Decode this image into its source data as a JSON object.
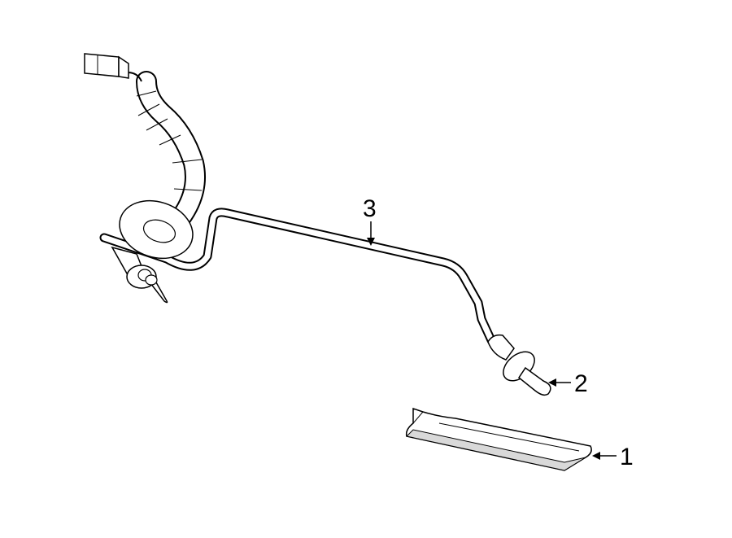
{
  "diagram": {
    "callouts": [
      {
        "label": "1",
        "part": "lamp-lens"
      },
      {
        "label": "2",
        "part": "bulb"
      },
      {
        "label": "3",
        "part": "wire-harness"
      }
    ]
  },
  "colors": {
    "background": "#ffffff",
    "line": "#000000",
    "fill": "#ffffff",
    "shade": "#d9d9d9"
  }
}
